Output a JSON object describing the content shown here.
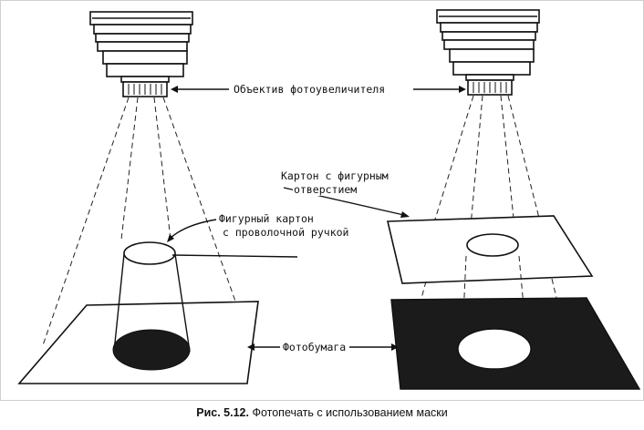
{
  "labels": {
    "lens": "Объектив фотоувеличителя",
    "card_with_hole_line1": "Картон с фигурным",
    "card_with_hole_line2": "отверстием",
    "shaped_card_line1": "Фигурный картон",
    "shaped_card_line2": "с проволочной ручкой",
    "photo_paper": "Фотобумага"
  },
  "caption": {
    "number": "Рис. 5.12.",
    "text": "Фотопечать с использованием маски"
  }
}
